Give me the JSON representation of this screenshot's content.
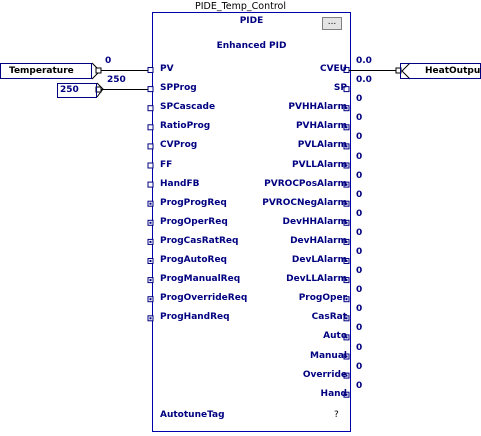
{
  "block": {
    "instance_name": "PIDE_Temp_Control",
    "type": "PIDE",
    "description": "Enhanced PID",
    "properties_button": "...",
    "autotune_label": "AutotuneTag",
    "autotune_value": "?"
  },
  "input_pins": [
    {
      "label": "PV",
      "value": "0"
    },
    {
      "label": "SPProg",
      "value": "250"
    },
    {
      "label": "SPCascade"
    },
    {
      "label": "RatioProg"
    },
    {
      "label": "CVProg"
    },
    {
      "label": "FF"
    },
    {
      "label": "HandFB"
    },
    {
      "label": "ProgProgReq"
    },
    {
      "label": "ProgOperReq"
    },
    {
      "label": "ProgCasRatReq"
    },
    {
      "label": "ProgAutoReq"
    },
    {
      "label": "ProgManualReq"
    },
    {
      "label": "ProgOverrideReq"
    },
    {
      "label": "ProgHandReq"
    }
  ],
  "output_pins": [
    {
      "label": "CVEU",
      "value": "0.0"
    },
    {
      "label": "SP",
      "value": "0.0"
    },
    {
      "label": "PVHHAlarm",
      "value": "0"
    },
    {
      "label": "PVHAlarm",
      "value": "0"
    },
    {
      "label": "PVLAlarm",
      "value": "0"
    },
    {
      "label": "PVLLAlarm",
      "value": "0"
    },
    {
      "label": "PVROCPosAlarm",
      "value": "0"
    },
    {
      "label": "PVROCNegAlarm",
      "value": "0"
    },
    {
      "label": "DevHHAlarm",
      "value": "0"
    },
    {
      "label": "DevHAlarm",
      "value": "0"
    },
    {
      "label": "DevLAlarm",
      "value": "0"
    },
    {
      "label": "DevLLAlarm",
      "value": "0"
    },
    {
      "label": "ProgOper",
      "value": "0"
    },
    {
      "label": "CasRat",
      "value": "0"
    },
    {
      "label": "Auto",
      "value": "0"
    },
    {
      "label": "Manual",
      "value": "0"
    },
    {
      "label": "Override",
      "value": "0"
    },
    {
      "label": "Hand",
      "value": "0"
    }
  ],
  "input_tags": {
    "pv_tag": "Temperature",
    "sp_tag_value": "250"
  },
  "output_tags": {
    "cveu_tag": "HeatOutput"
  },
  "colors": {
    "pin_text": "#000080",
    "border": "#0000aa",
    "wire": "#000000"
  }
}
